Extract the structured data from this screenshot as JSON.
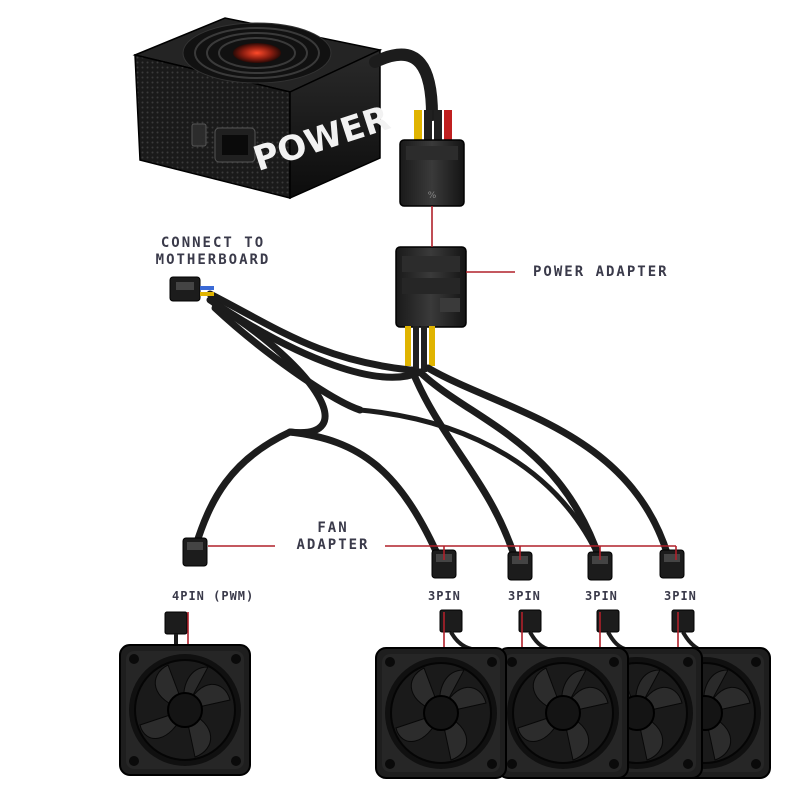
{
  "psu": {
    "brand_text": "POWER"
  },
  "labels": {
    "connect_motherboard_line1": "CONNECT TO",
    "connect_motherboard_line2": "MOTHERBOARD",
    "power_adapter": "POWER ADAPTER",
    "fan_adapter_line1": "FAN",
    "fan_adapter_line2": "ADAPTER",
    "pwm_pin": "4PIN (PWM)",
    "pins": [
      "3PIN",
      "3PIN",
      "3PIN",
      "3PIN"
    ]
  },
  "colors": {
    "callout_line": "#b0202a",
    "cable": "#1c1c1c",
    "fan_body": "#1e1e1e",
    "psu_body": "#161616",
    "wire_yellow": "#e0b400",
    "wire_red": "#c02020",
    "label_text": "#3a3a4a"
  }
}
